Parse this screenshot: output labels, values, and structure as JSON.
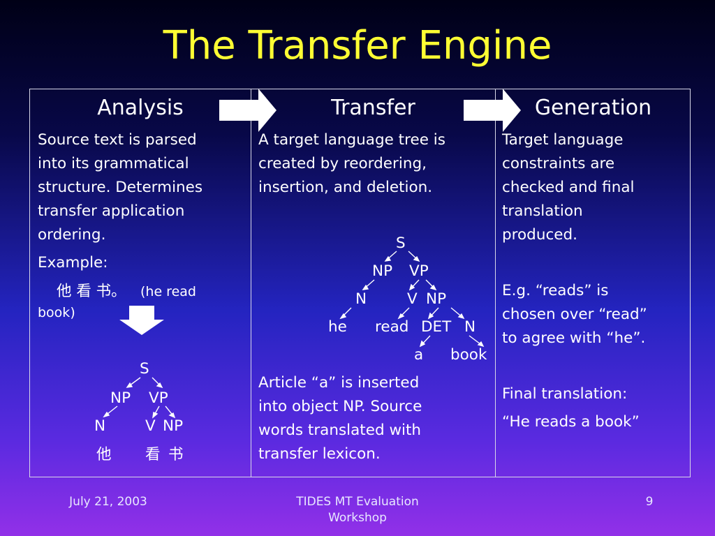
{
  "slide": {
    "title": "The Transfer Engine",
    "footer": {
      "date": "July 21, 2003",
      "event_line1": "TIDES MT Evaluation",
      "event_line2": "Workshop",
      "page": "9"
    }
  },
  "colors": {
    "title": "#ffff33",
    "text": "#ffffff",
    "border": "#d8d8e8"
  },
  "icons": {
    "flow_arrow": "right-arrow-icon",
    "down_arrow": "down-arrow-icon"
  },
  "analysis": {
    "header": "Analysis",
    "description": [
      "Source text is parsed",
      "into its grammatical",
      "structure.  Determines",
      "transfer application",
      "ordering."
    ],
    "example_label": "Example:",
    "example_chinese": "他 看 书。",
    "example_gloss": "(he read",
    "example_gloss2": "book)",
    "tree": {
      "S": "S",
      "NP": "NP",
      "VP": "VP",
      "N": "N",
      "V": "V",
      "NP2": "NP",
      "w1": "他",
      "w2": "看",
      "w3": "书"
    }
  },
  "transfer": {
    "header": "Transfer",
    "description": [
      "A target language tree is",
      "created by reordering,",
      "insertion, and deletion."
    ],
    "tree": {
      "S": "S",
      "NP": "NP",
      "VP": "VP",
      "N": "N",
      "V": "V",
      "NP2": "NP",
      "he": "he",
      "read": "read",
      "DET": "DET",
      "N2": "N",
      "a": "a",
      "book": "book"
    },
    "note": [
      "Article “a” is inserted",
      "into object NP.  Source",
      "words translated with",
      "transfer lexicon."
    ]
  },
  "generation": {
    "header": "Generation",
    "description": [
      "Target language",
      "constraints are",
      "checked and final",
      "translation",
      "produced."
    ],
    "eg": [
      "E.g. “reads” is",
      "chosen over “read”",
      "to agree with “he”."
    ],
    "final_label": "Final translation:",
    "final_value": "“He reads a book”"
  }
}
